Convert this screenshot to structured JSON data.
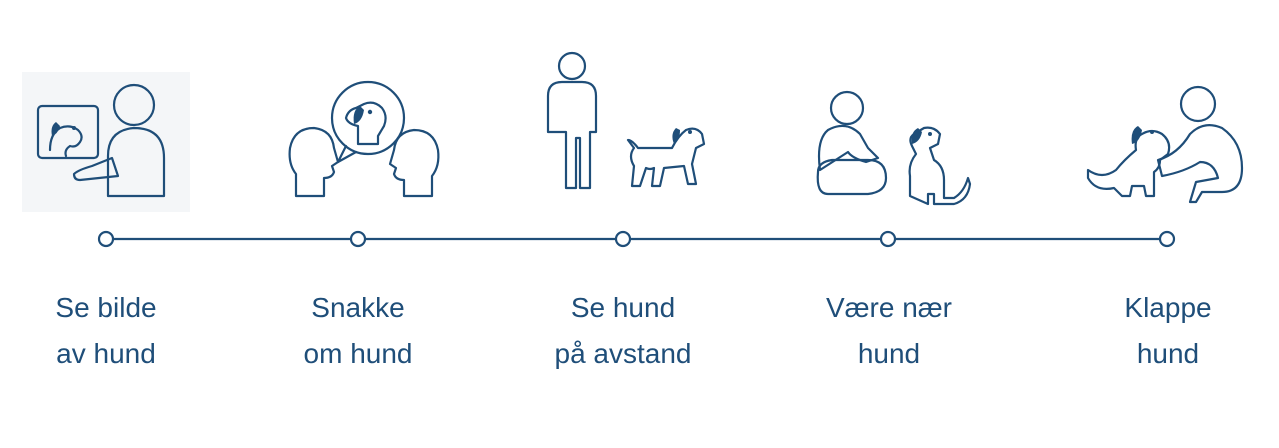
{
  "steps": [
    {
      "id": "se-bilde",
      "line1": "Se bilde",
      "line2": "av hund",
      "icon": "person-looking-at-dog-picture-icon"
    },
    {
      "id": "snakke",
      "line1": "Snakke",
      "line2": "om hund",
      "icon": "people-talking-about-dog-icon"
    },
    {
      "id": "se-hund",
      "line1": "Se hund",
      "line2": "på avstand",
      "icon": "person-watching-dog-at-distance-icon"
    },
    {
      "id": "vaere-naer",
      "line1": "Være nær",
      "line2": "hund",
      "icon": "person-sitting-near-dog-icon"
    },
    {
      "id": "klappe",
      "line1": "Klappe",
      "line2": "hund",
      "icon": "person-petting-dog-icon"
    }
  ],
  "colors": {
    "ink": "#1f4e79",
    "fill": "#c9dfee",
    "dark": "#1f4e79",
    "background": "#ffffff"
  }
}
